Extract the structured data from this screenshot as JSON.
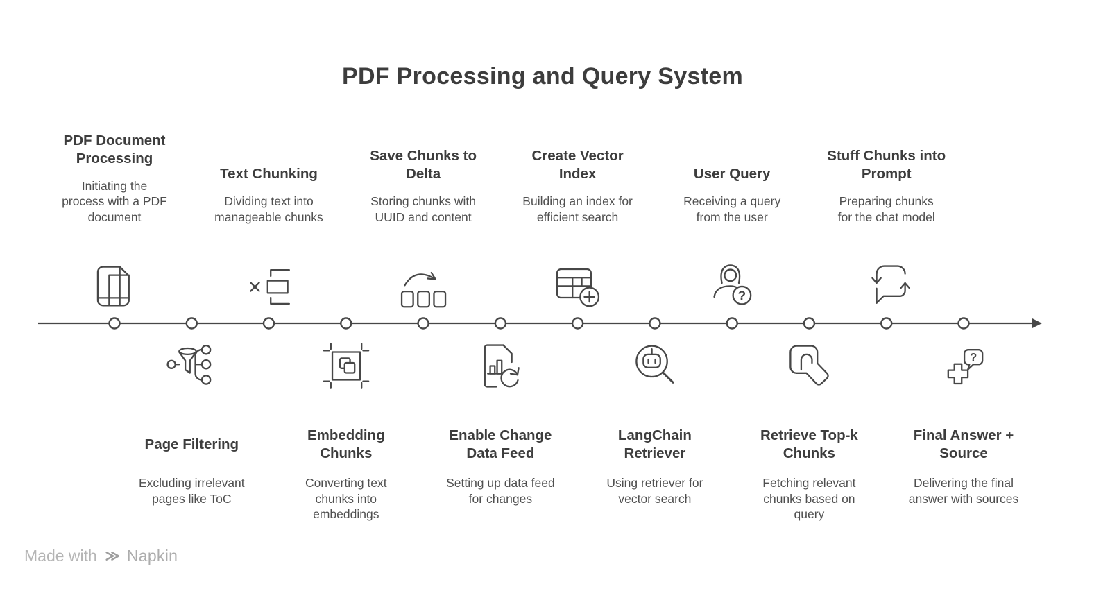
{
  "title": "PDF Processing and Query System",
  "footer": {
    "made_with": "Made with",
    "brand": "Napkin",
    "logo_icon": "napkin-logo-icon"
  },
  "colors": {
    "stroke": "#474747",
    "title_text": "#3d3d3d",
    "desc_text": "#4f4f4f",
    "footer_text": "#b5b5b5",
    "background": "#ffffff"
  },
  "timeline": {
    "direction": "left-to-right",
    "node_count": 12,
    "arrow_icon": "arrowhead-right-icon"
  },
  "steps": [
    {
      "title": "PDF Document\nProcessing",
      "desc": "Initiating the\nprocess with a PDF\ndocument",
      "icon": "pdf-document-icon",
      "side": "top"
    },
    {
      "title": "Page Filtering",
      "desc": "Excluding irrelevant\npages like ToC",
      "icon": "page-filter-icon",
      "side": "bottom"
    },
    {
      "title": "Text Chunking",
      "desc": "Dividing text into\nmanageable chunks",
      "icon": "text-chunking-icon",
      "side": "top"
    },
    {
      "title": "Embedding\nChunks",
      "desc": "Converting text\nchunks into\nembeddings",
      "icon": "embedding-chunks-icon",
      "side": "bottom"
    },
    {
      "title": "Save Chunks to\nDelta",
      "desc": "Storing chunks with\nUUID and content",
      "icon": "save-chunks-icon",
      "side": "top"
    },
    {
      "title": "Enable Change\nData Feed",
      "desc": "Setting up data feed\nfor changes",
      "icon": "change-data-feed-icon",
      "side": "bottom"
    },
    {
      "title": "Create Vector\nIndex",
      "desc": "Building an index for\nefficient search",
      "icon": "vector-index-icon",
      "side": "top"
    },
    {
      "title": "LangChain\nRetriever",
      "desc": "Using retriever for\nvector search",
      "icon": "langchain-retriever-icon",
      "side": "bottom"
    },
    {
      "title": "User Query",
      "desc": "Receiving a query\nfrom the user",
      "icon": "user-query-icon",
      "side": "top"
    },
    {
      "title": "Retrieve Top-k\nChunks",
      "desc": "Fetching relevant\nchunks based on\nquery",
      "icon": "retrieve-topk-icon",
      "side": "bottom"
    },
    {
      "title": "Stuff Chunks into\nPrompt",
      "desc": "Preparing chunks\nfor the chat model",
      "icon": "prompt-stuffing-icon",
      "side": "top"
    },
    {
      "title": "Final Answer +\nSource",
      "desc": "Delivering the final\nanswer with sources",
      "icon": "final-answer-icon",
      "side": "bottom"
    }
  ]
}
